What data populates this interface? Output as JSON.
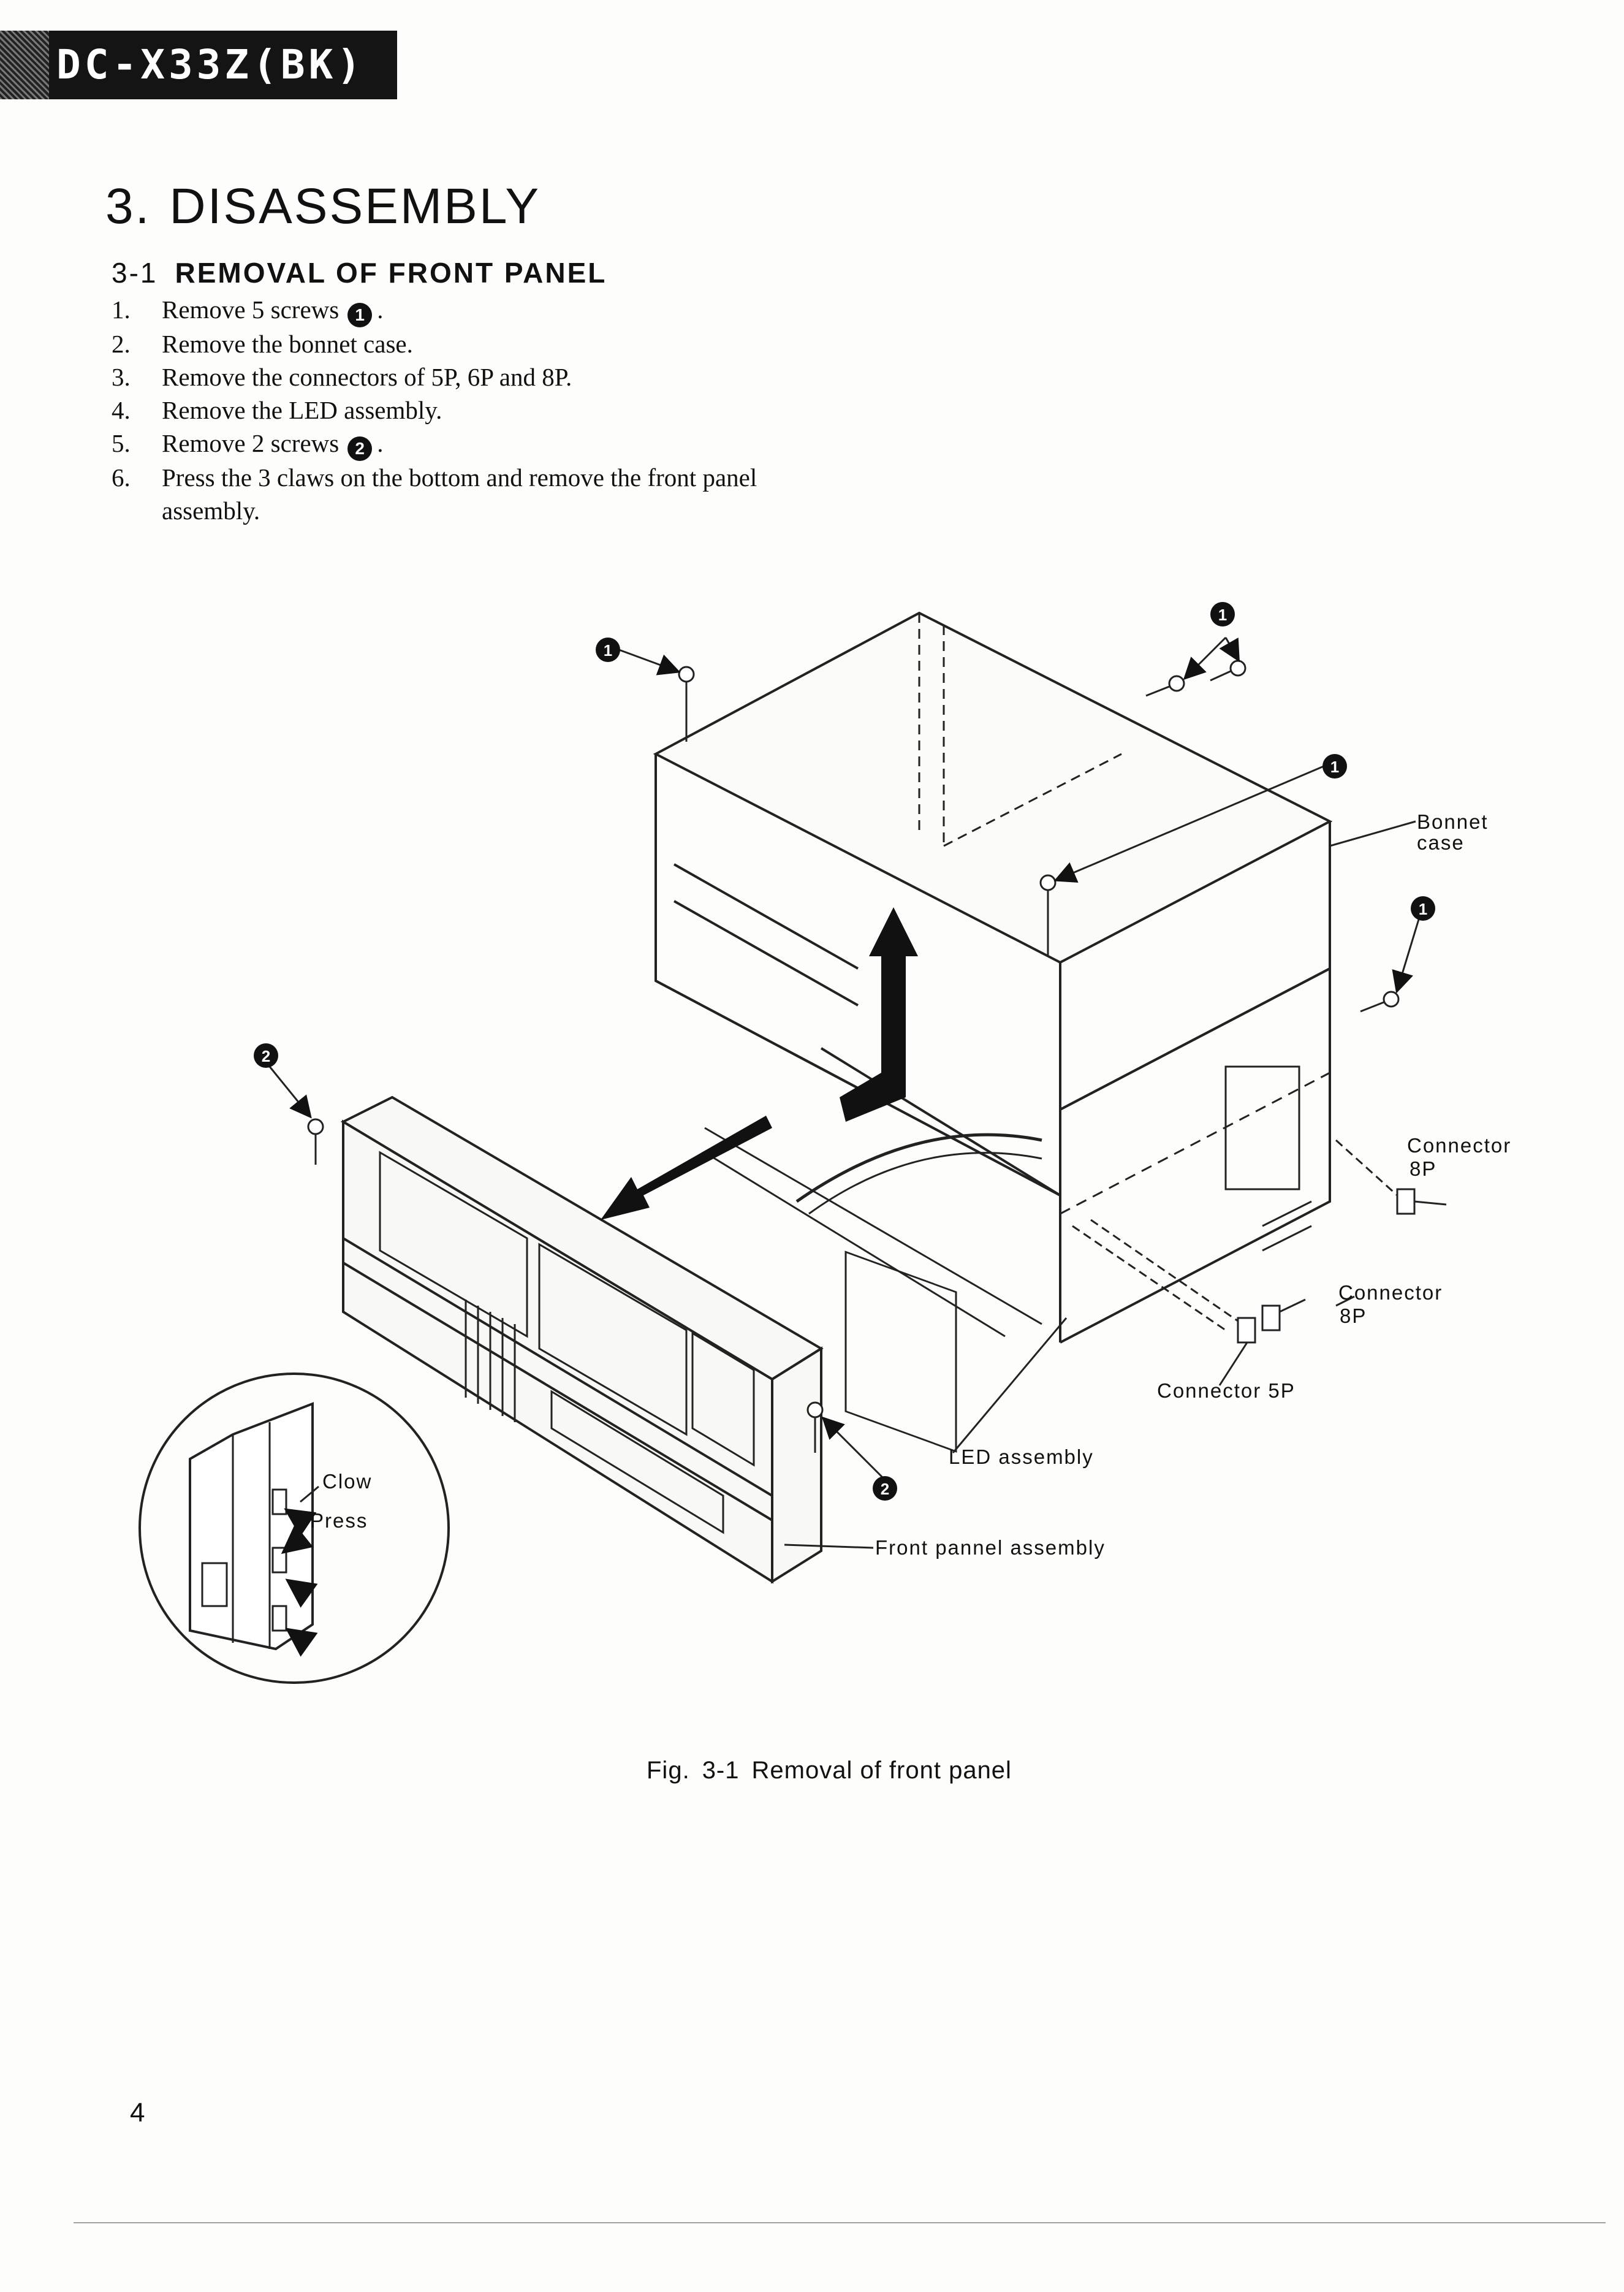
{
  "header": {
    "model": "DC-X33Z(BK)"
  },
  "section": {
    "number": "3.",
    "title": "DISASSEMBLY"
  },
  "subsection": {
    "number": "3-1",
    "title": "REMOVAL OF FRONT PANEL"
  },
  "steps": [
    {
      "num": "1.",
      "text": "Remove 5 screws",
      "marker": "1",
      "suffix": "."
    },
    {
      "num": "2.",
      "text": "Remove the bonnet case."
    },
    {
      "num": "3.",
      "text": "Remove the connectors of 5P, 6P and 8P."
    },
    {
      "num": "4.",
      "text": "Remove the LED assembly."
    },
    {
      "num": "5.",
      "text": "Remove 2 screws",
      "marker": "2",
      "suffix": "."
    },
    {
      "num": "6.",
      "text": "Press the 3 claws on the bottom and remove the front panel assembly."
    }
  ],
  "figure": {
    "labels": {
      "bonnet_case": [
        "Bonnet",
        "case"
      ],
      "connector_8p_a": [
        "Connector",
        "8P"
      ],
      "connector_8p_b": [
        "Connector",
        "8P"
      ],
      "connector_5p": "Connector 5P",
      "led_assembly": "LED assembly",
      "front_panel": "Front pannel assembly",
      "clow": "Clow",
      "press": "Press"
    },
    "markers": {
      "screw1": "1",
      "screw2": "2"
    },
    "caption": {
      "prefix": "Fig.",
      "number": "3-1",
      "title": "Removal of front panel"
    }
  },
  "page_number": "4"
}
